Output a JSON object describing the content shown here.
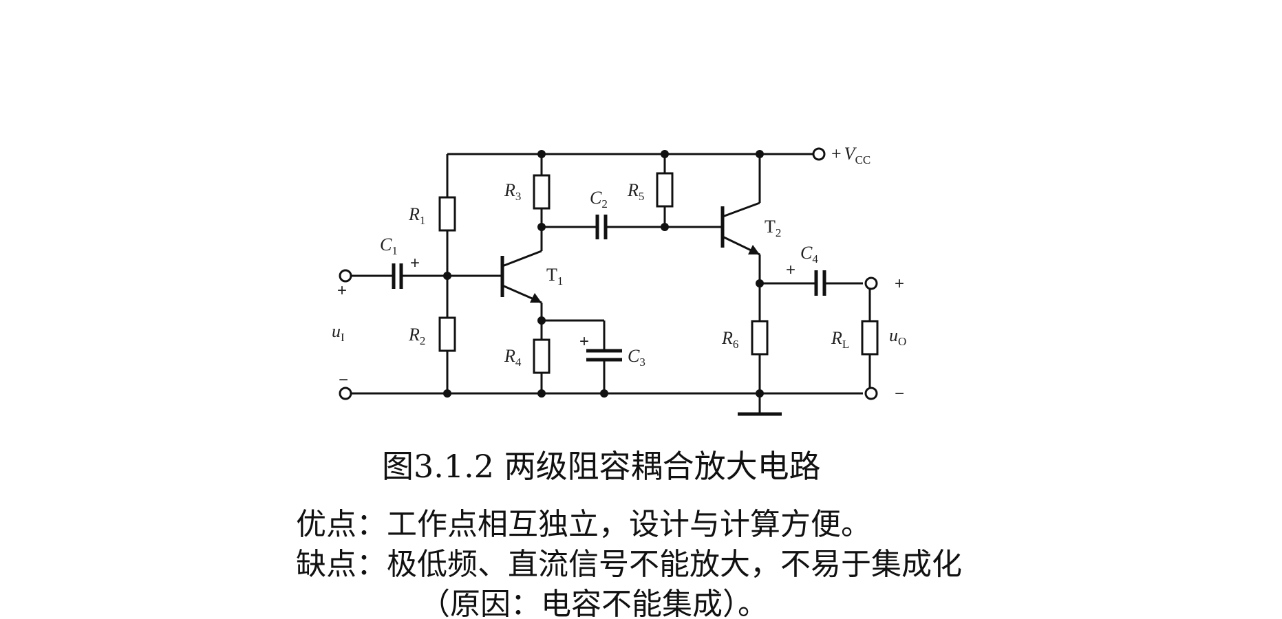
{
  "circuit": {
    "vcc": {
      "prefix": "+",
      "main": "V",
      "sub": "CC"
    },
    "R1": {
      "main": "R",
      "sub": "1"
    },
    "R2": {
      "main": "R",
      "sub": "2"
    },
    "R3": {
      "main": "R",
      "sub": "3"
    },
    "R4": {
      "main": "R",
      "sub": "4"
    },
    "R5": {
      "main": "R",
      "sub": "5"
    },
    "R6": {
      "main": "R",
      "sub": "6"
    },
    "RL": {
      "main": "R",
      "sub": "L"
    },
    "C1": {
      "main": "C",
      "sub": "1"
    },
    "C2": {
      "main": "C",
      "sub": "2"
    },
    "C3": {
      "main": "C",
      "sub": "3"
    },
    "C4": {
      "main": "C",
      "sub": "4"
    },
    "T1": {
      "main": "T",
      "sub": "1"
    },
    "T2": {
      "main": "T",
      "sub": "2"
    },
    "ui": {
      "main": "u",
      "sub": "I"
    },
    "uo": {
      "main": "u",
      "sub": "O"
    },
    "plus": "+",
    "minus": "−"
  },
  "caption": "图3.1.2 两级阻容耦合放大电路",
  "advantages": "优点：工作点相互独立，设计与计算方便。",
  "disadvantages": "缺点：极低频、直流信号不能放大，不易于集成化",
  "reason": "（原因：电容不能集成）。"
}
